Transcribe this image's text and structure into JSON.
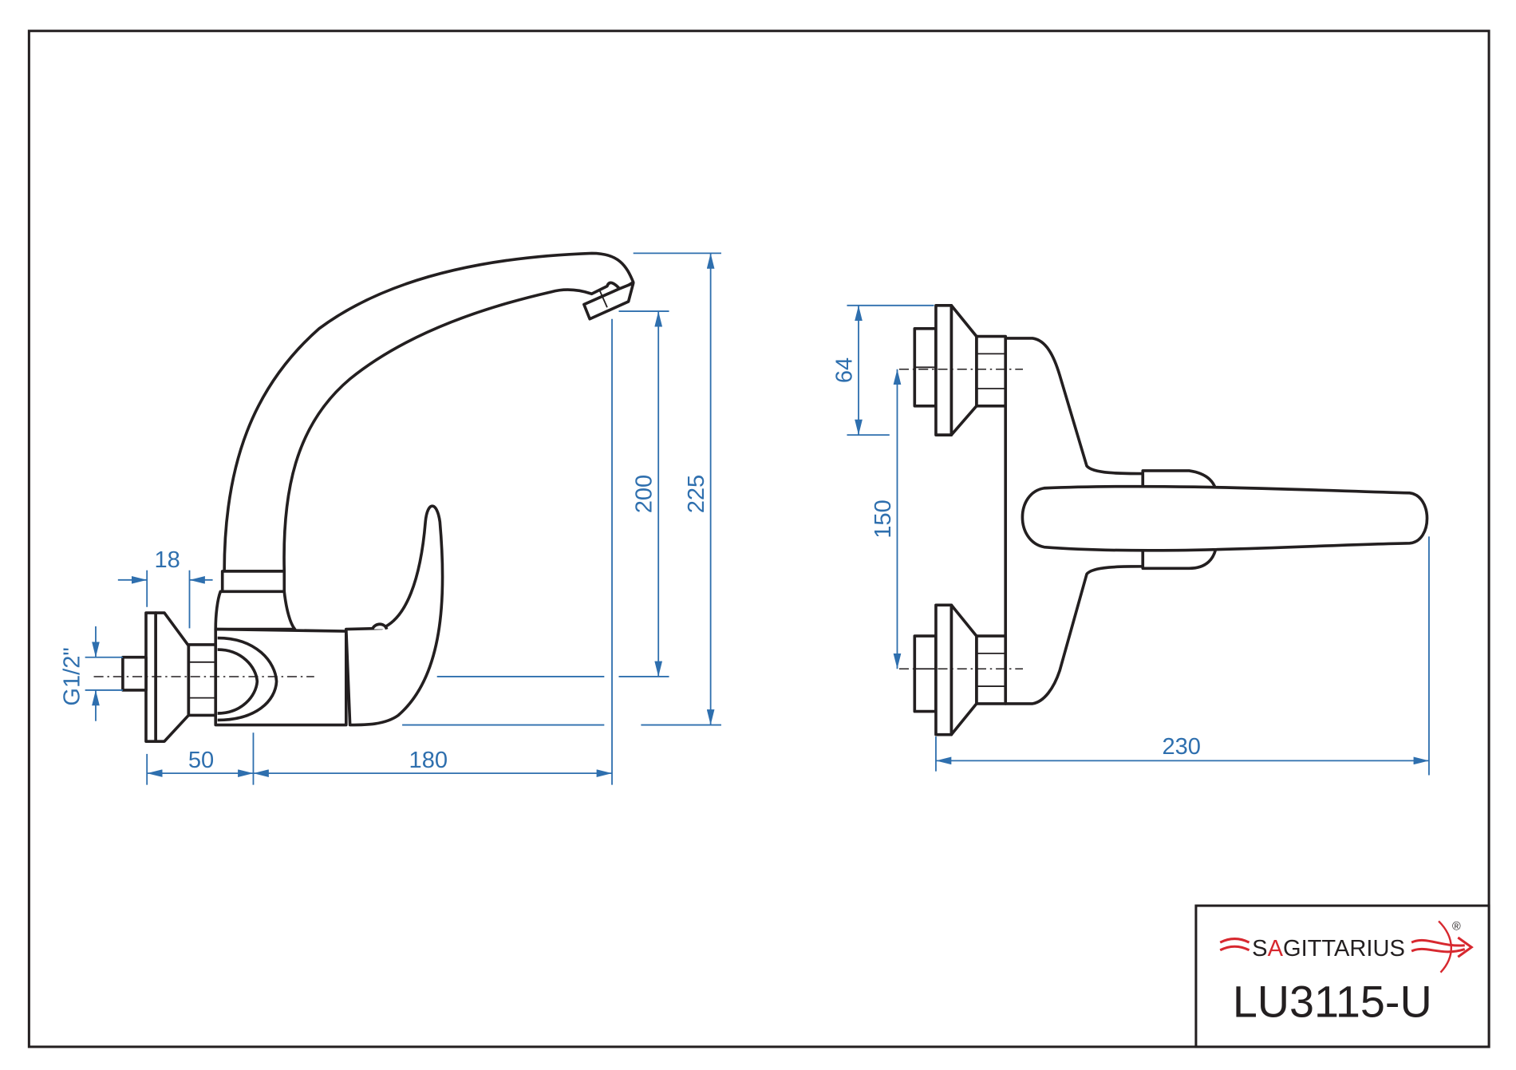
{
  "drawing": {
    "model_number": "LU3115-U",
    "brand": {
      "name_prefix": "S",
      "name_accent": "A",
      "name_suffix": "GITTARIUS",
      "registered_mark": "®",
      "accent_color": "#d7282f"
    },
    "dimension_color": "#2e6fae",
    "side_view": {
      "thread_size": "G1/2\"",
      "nut_width": "18",
      "wall_to_body": "50",
      "body_to_spout": "180",
      "spout_outlet_height": "200",
      "total_height": "225"
    },
    "top_view": {
      "flange_height": "64",
      "inlet_spacing": "150",
      "total_reach": "230"
    }
  }
}
